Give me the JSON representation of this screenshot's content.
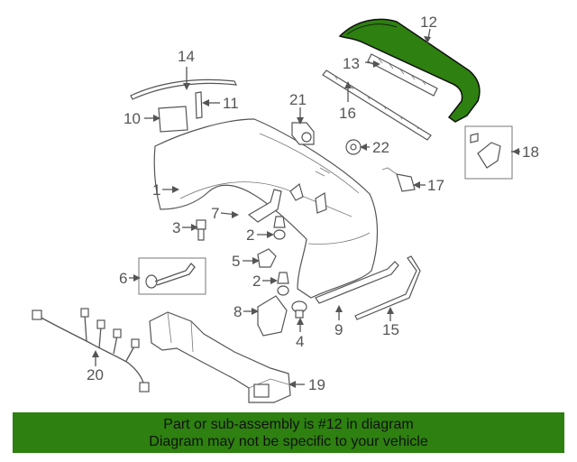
{
  "highlight_color": "#2e8010",
  "callouts": {
    "c1": "1",
    "c2a": "2",
    "c2b": "2",
    "c3": "3",
    "c4": "4",
    "c5": "5",
    "c6": "6",
    "c7": "7",
    "c8": "8",
    "c9": "9",
    "c10": "10",
    "c11": "11",
    "c12": "12",
    "c13": "13",
    "c14": "14",
    "c15": "15",
    "c16": "16",
    "c17": "17",
    "c18": "18",
    "c19": "19",
    "c20": "20",
    "c21": "21",
    "c22": "22"
  },
  "banner": {
    "line1": "Part or sub-assembly is #12 in diagram",
    "line2": "Diagram may not be specific to your vehicle"
  }
}
